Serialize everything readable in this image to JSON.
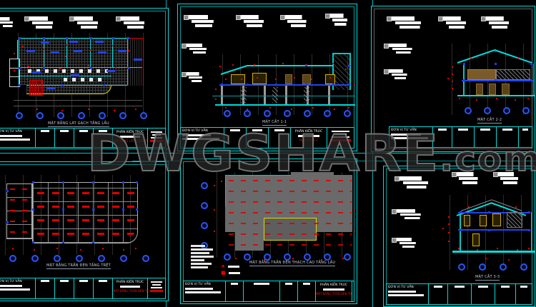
{
  "watermark": {
    "main": "DWGSHARE",
    "suffix": ".com"
  },
  "labels": {
    "consultant": "ĐƠN VỊ TƯ VẤN",
    "section": "PHẦN KIẾN TRÚC"
  },
  "colors": {
    "background": "#000000",
    "sheet_border": "#00dcdc",
    "dimension_red": "#e80000",
    "node_blue": "#1a3cff",
    "annotation_white": "#f2f2f2",
    "hatch_gray": "#3c3c3c",
    "accent_yellow": "#d8d800",
    "wood_brown": "#7a5a28",
    "watermark_gray": "#7d7d7d"
  },
  "sheets": [
    {
      "name": "tiling-plan-upper-floor",
      "title": "MẶT BẰNG LÁT GẠCH TẦNG LẦU"
    },
    {
      "name": "section-1-1",
      "title": "MẶT CẮT 1-1"
    },
    {
      "name": "section-2-2",
      "title": "MẶT CẮT 2-2"
    },
    {
      "name": "ceiling-plan-ground",
      "title": "MẶT BẰNG TRẦN ĐÈN TẦNG TRỆT"
    },
    {
      "name": "ceiling-plan-upper",
      "title": "MẶT BẰNG TRẦN ĐÈN THẠCH CAO TẦNG LẦU"
    },
    {
      "name": "section-3-3",
      "title": "MẶT CẮT 3-3"
    }
  ]
}
